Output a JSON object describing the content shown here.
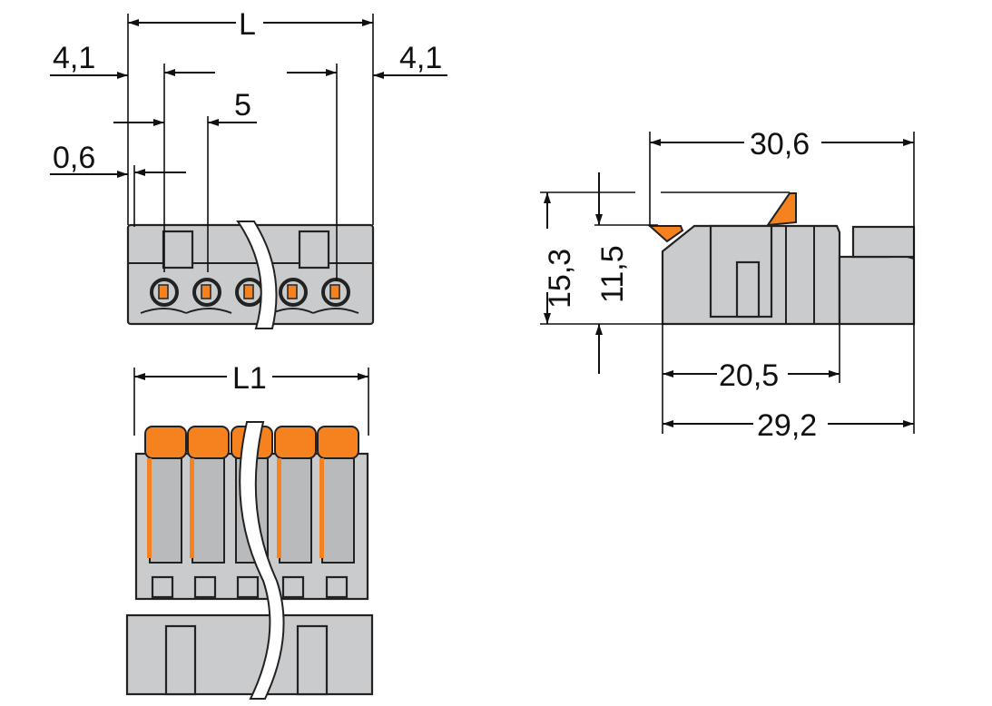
{
  "dimensions": {
    "front_view": {
      "L": "L",
      "left_offset": "4,1",
      "right_offset": "4,1",
      "pitch": "5",
      "edge": "0,6"
    },
    "top_view": {
      "L1": "L1"
    },
    "side_view": {
      "overall_length": "30,6",
      "total_height": "15,3",
      "body_height": "11,5",
      "body_length": "20,5",
      "base_length": "29,2"
    }
  },
  "colors": {
    "housing": "#c9cbcd",
    "actuator": "#f5821f",
    "line": "#222222"
  }
}
